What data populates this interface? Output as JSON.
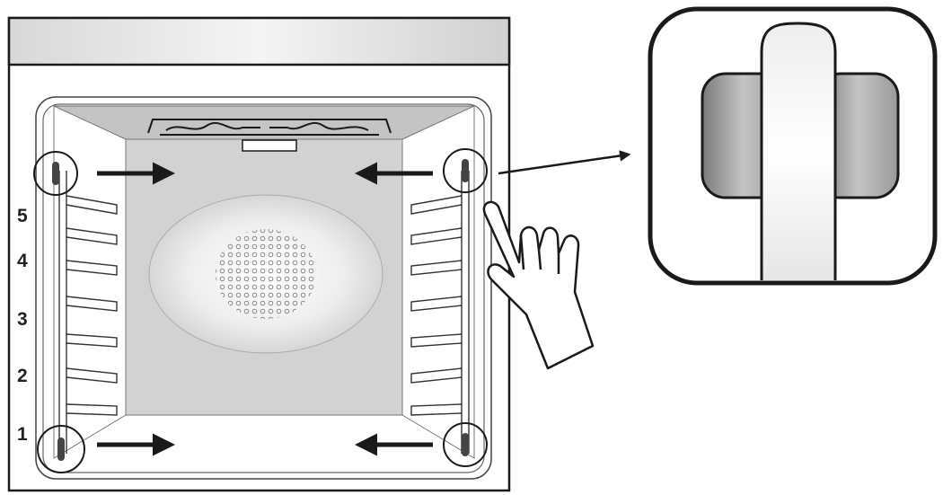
{
  "shelf_levels": [
    "5",
    "4",
    "3",
    "2",
    "1"
  ],
  "icons": {
    "oven": "oven-interior-icon",
    "hand": "pointing-hand-icon",
    "clip": "rail-clip-detail-icon"
  },
  "colors": {
    "outline": "#1a1a1a",
    "cavity_gray": "#c9c9c9",
    "back_panel": "#d4d4d4",
    "arrow": "#1a1a1a"
  }
}
